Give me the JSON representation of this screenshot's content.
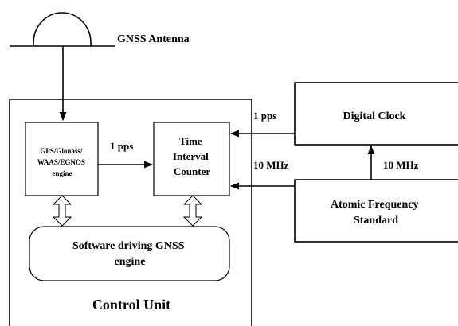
{
  "antenna": {
    "label": "GNSS Antenna"
  },
  "control_unit": {
    "title": "Control Unit"
  },
  "gnss_engine": {
    "lines": [
      "GPS/Glonass/",
      "WAAS/EGNOS",
      "engine"
    ]
  },
  "time_interval_counter": {
    "lines": [
      "Time",
      "Interval",
      "Counter"
    ]
  },
  "software_driving": {
    "lines": [
      "Software driving GNSS",
      "engine"
    ]
  },
  "digital_clock": {
    "label": "Digital Clock"
  },
  "atomic_frequency_standard": {
    "lines": [
      "Atomic Frequency",
      "Standard"
    ]
  },
  "signals": {
    "engine_to_counter": "1 pps",
    "clock_to_counter": "1 pps",
    "afs_to_counter": "10 MHz",
    "afs_to_clock": "10 MHz"
  }
}
